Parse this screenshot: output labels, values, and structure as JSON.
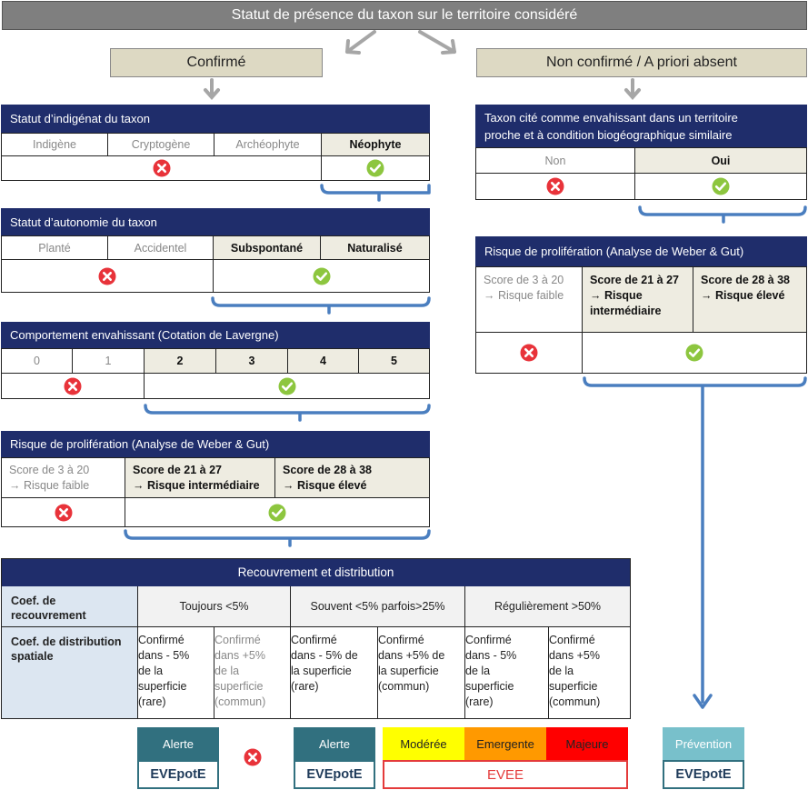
{
  "title": "Statut de présence du taxon sur le territoire considéré",
  "branches": {
    "left": "Confirmé",
    "right": "Non confirmé / A priori absent"
  },
  "indigenat": {
    "title": "Statut d’indigénat du taxon",
    "columns": [
      "Indigène",
      "Cryptogène",
      "Archéophyte",
      "Néophyte"
    ]
  },
  "autonomie": {
    "title": "Statut d’autonomie du taxon",
    "columns": [
      "Planté",
      "Accidentel",
      "Subspontané",
      "Naturalisé"
    ]
  },
  "comportement": {
    "title": "Comportement envahissant (Cotation de Lavergne)",
    "columns": [
      "0",
      "1",
      "2",
      "3",
      "4",
      "5"
    ]
  },
  "proliferation_left": {
    "title": "Risque de prolifération (Analyse de Weber & Gut)",
    "low_1": "Score de 3 à 20",
    "low_2": "→ Risque faible",
    "mid_1": "Score de 21 à 27",
    "mid_2": "→ Risque intermédiaire",
    "high_1": "Score de 28 à 38",
    "high_2": "→ Risque élevé"
  },
  "envahissant": {
    "title_1": "Taxon cité comme envahissant dans un territoire",
    "title_2": "proche et à condition biogéographique similaire",
    "columns": [
      "Non",
      "Oui"
    ]
  },
  "proliferation_right": {
    "title": "Risque de prolifération (Analyse de Weber & Gut)",
    "low_1": "Score de 3 à 20",
    "low_2": "→ Risque faible",
    "mid_1": "Score de 21 à 27",
    "mid_2": "→ Risque",
    "mid_3": "intermédiaire",
    "high_1": "Score de 28 à 38",
    "high_2": "→ Risque élevé"
  },
  "recouvrement": {
    "title": "Recouvrement et distribution",
    "row1_label_1": "Coef. de",
    "row1_label_2": "recouvrement",
    "row2_label_1": "Coef. de distribution",
    "row2_label_2": "spatiale",
    "coverage": [
      "Toujours <5%",
      "Souvent <5% parfois>25%",
      "Régulièrement >50%"
    ],
    "distribution": [
      [
        "Confirmé",
        "dans - 5%",
        "de la",
        "superficie",
        "(rare)"
      ],
      [
        "Confirmé",
        "dans +5%",
        "de la",
        "superficie",
        "(commun)"
      ],
      [
        "Confirmé",
        "dans - 5% de",
        "la superficie",
        "(rare)"
      ],
      [
        "Confirmé",
        "dans +5% de",
        "la superficie",
        "(commun)"
      ],
      [
        "Confirmé",
        "dans - 5%",
        "de la",
        "superficie",
        "(rare)"
      ],
      [
        "Confirmé",
        "dans +5%",
        "de la",
        "superficie",
        "(commun)"
      ]
    ]
  },
  "results": {
    "alerte_1": {
      "top": "Alerte",
      "bottom": "EVEpotE"
    },
    "alerte_2": {
      "top": "Alerte",
      "bottom": "EVEpotE"
    },
    "evee": {
      "levels": [
        "Modérée",
        "Emergente",
        "Majeure"
      ],
      "bottom": "EVEE"
    },
    "prevention": {
      "top": "Prévention",
      "bottom": "EVEpotE"
    }
  },
  "colors": {
    "header_navy": "#1f2d6b",
    "brace_blue": "#4a7ebf",
    "check_green": "#8dc63f",
    "cross_red": "#e8333a",
    "alert_teal": "#31707f",
    "prevention_teal": "#78c0cb",
    "moderee": "#ffff00",
    "emergente": "#ff9900",
    "majeure": "#ff0000",
    "evee_red": "#e43b3b"
  }
}
